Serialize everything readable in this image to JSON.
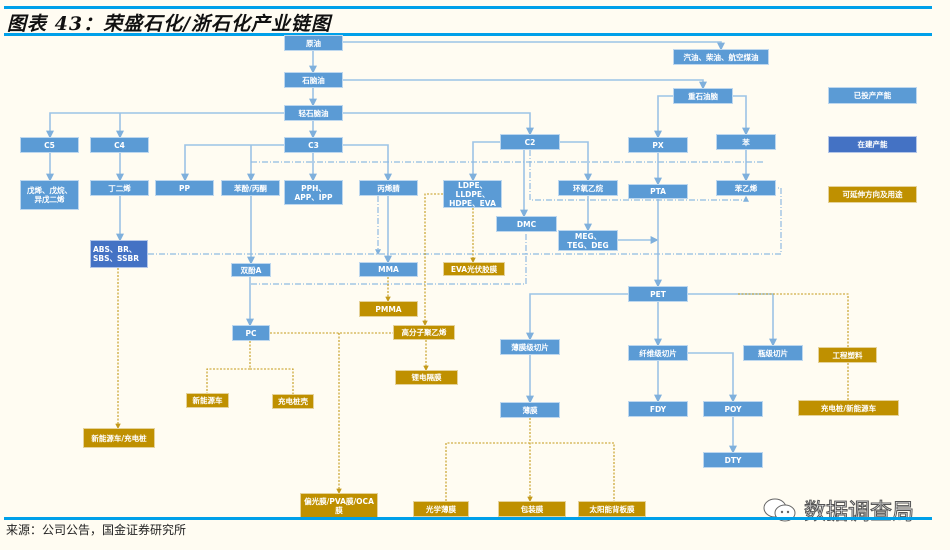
{
  "title": {
    "prefix": "图表",
    "number": "43",
    "suffix": "：荣盛石化/浙石化产业链图"
  },
  "source": "来源：公司公告，国金证券研究所",
  "watermark": "数据调查局",
  "colors": {
    "operating": "#5b9bd5",
    "under_construction": "#4472c4",
    "extension": "#bf9000",
    "rule": "#00a0e9"
  },
  "legend": {
    "operating": "已投产产能",
    "under_construction": "在建产能",
    "extension": "可延伸方向及用途"
  },
  "nodes": {
    "crude": "原油",
    "fuels": "汽油、柴油、航空煤油",
    "naphtha": "石脑油",
    "heavy_naphtha": "重石油脑",
    "light_naphtha": "轻石脑油",
    "c5": "C5",
    "c4": "C4",
    "c3": "C3",
    "c2": "C2",
    "px": "PX",
    "benzene": "苯",
    "c5_products": "戊烯、戊烷、异戊二烯",
    "butadiene": "丁二烯",
    "pp": "PP",
    "phenol_acetone": "苯酚/丙酮",
    "pph": "PPH、APP、IPP",
    "acrylonitrile": "丙烯腈",
    "pe": "LDPE、LLDPE、HDPE、EVA",
    "eo": "环氧乙烷",
    "pta": "PTA",
    "styrene": "苯乙烯",
    "dmc": "DMC",
    "meg": "MEG、TEG、DEG",
    "abs": "ABS、BR、SBS、SSBR",
    "bpa": "双酚A",
    "mma": "MMA",
    "eva_film": "EVA光伏胶膜",
    "pmma": "PMMA",
    "pc": "PC",
    "uhmwpe": "高分子聚乙烯",
    "pet": "PET",
    "li_separator": "锂电隔膜",
    "nev": "新能源车",
    "charger_shell": "充电桩壳",
    "nev_charger": "新能源车/充电桩",
    "film_chip": "薄膜级切片",
    "fiber_chip": "纤维级切片",
    "bottle_chip": "瓶级切片",
    "eng_plastic": "工程塑料",
    "film": "薄膜",
    "fdy": "FDY",
    "poy": "POY",
    "charger_nev": "充电桩/新能源车",
    "dty": "DTY",
    "polarizer": "偏光膜/PVA膜/OCA膜",
    "optical_film": "光学薄膜",
    "packaging_film": "包装膜",
    "solar_backsheet": "太阳能背板膜"
  }
}
